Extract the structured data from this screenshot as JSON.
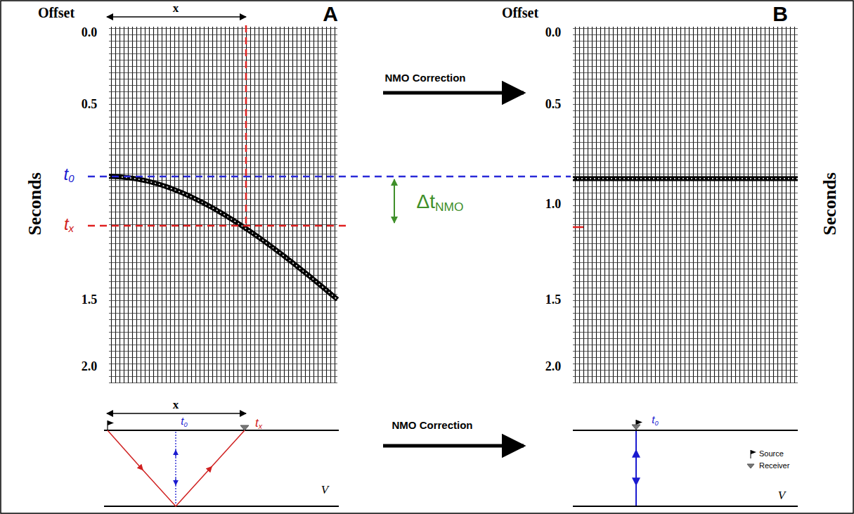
{
  "diagram": {
    "labels": [
      "Offset",
      "x",
      "A",
      "0.0",
      "0.5",
      "t0",
      "tx",
      "1.5",
      "2.0",
      "Seconds",
      "NMO Correction",
      "ΔtNMO",
      "Offset",
      "B",
      "0.0",
      "0.5",
      "1.0",
      "1.5",
      "2.0",
      "Seconds",
      "x",
      "t0",
      "tx",
      "V",
      "NMO Correction",
      "t0",
      "V"
    ],
    "legend": [
      {
        "text": "Source"
      },
      {
        "text": "Receiver"
      }
    ]
  }
}
